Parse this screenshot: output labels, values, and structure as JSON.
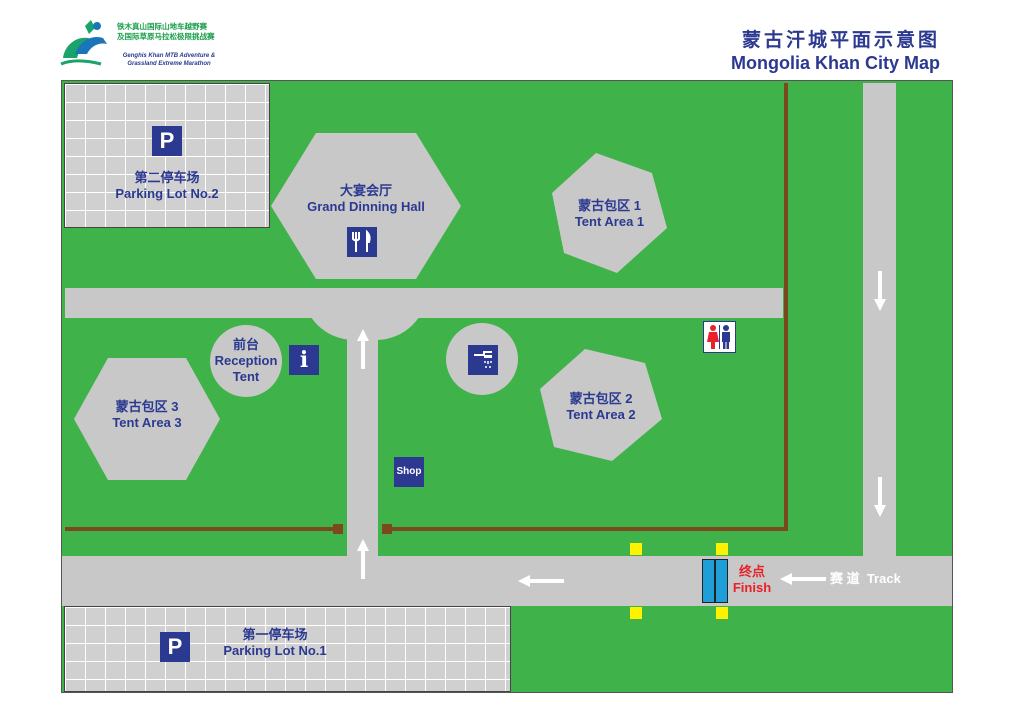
{
  "header": {
    "title_cn": "蒙古汗城平面示意图",
    "title_en": "Mongolia Khan City Map",
    "logo_text_cn_1": "铁木真山国际山地车越野赛",
    "logo_text_cn_2": "及国际草原马拉松极限挑战赛",
    "logo_text_en_1": "Genghis Khan MTB Adventure &",
    "logo_text_en_2": "Grassland Extreme Marathon"
  },
  "places": {
    "parking2": {
      "cn": "第二停车场",
      "en": "Parking Lot No.2",
      "icon": "P"
    },
    "parking1": {
      "cn": "第一停车场",
      "en": "Parking Lot No.1",
      "icon": "P"
    },
    "hall": {
      "cn": "大宴会厅",
      "en": "Grand Dinning Hall"
    },
    "tent1": {
      "cn": "蒙古包区  1",
      "en": "Tent Area 1"
    },
    "tent2": {
      "cn": "蒙古包区  2",
      "en": "Tent Area 2"
    },
    "tent3": {
      "cn": "蒙古包区  3",
      "en": "Tent Area 3"
    },
    "reception": {
      "cn": "前台",
      "en1": "Reception",
      "en2": "Tent"
    },
    "shop": {
      "label": "Shop"
    },
    "finish": {
      "cn": "终点",
      "en": "Finish"
    },
    "track": {
      "label": "赛 道  Track"
    }
  },
  "icons": {
    "info": "i",
    "parking": "P"
  },
  "colors": {
    "grass": "#3fb34a",
    "road": "#c8c8c8",
    "fence": "#7a4a1e",
    "label": "#2b3990",
    "finish": "#e8212a",
    "finish_gate": "#1e9fd8",
    "marker": "#fff200"
  }
}
